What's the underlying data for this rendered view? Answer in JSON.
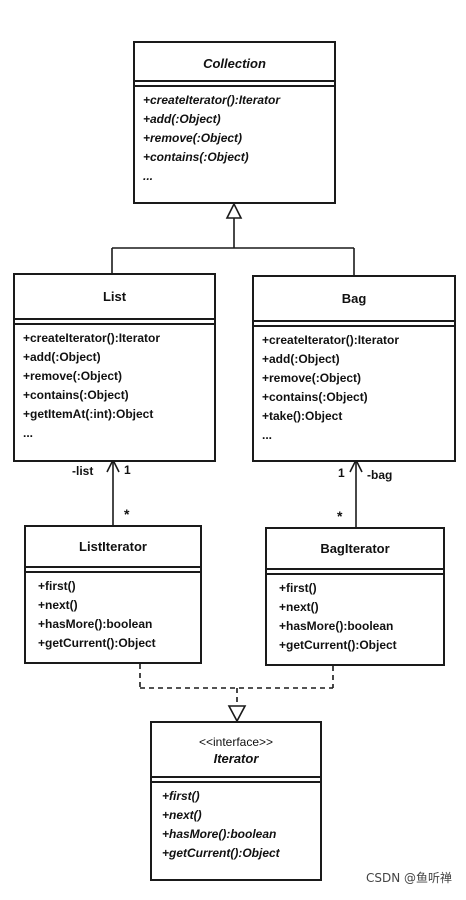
{
  "classes": {
    "collection": {
      "name": "Collection",
      "ops": [
        "+createIterator():Iterator",
        "+add(:Object)",
        "+remove(:Object)",
        "+contains(:Object)",
        "..."
      ]
    },
    "list": {
      "name": "List",
      "ops": [
        "+createIterator():Iterator",
        "+add(:Object)",
        "+remove(:Object)",
        "+contains(:Object)",
        "+getItemAt(:int):Object",
        "..."
      ]
    },
    "bag": {
      "name": "Bag",
      "ops": [
        "+createIterator():Iterator",
        "+add(:Object)",
        "+remove(:Object)",
        "+contains(:Object)",
        "+take():Object",
        "..."
      ]
    },
    "listiterator": {
      "name": "ListIterator",
      "ops": [
        "+first()",
        "+next()",
        "+hasMore():boolean",
        "+getCurrent():Object"
      ]
    },
    "bagiterator": {
      "name": "BagIterator",
      "ops": [
        "+first()",
        "+next()",
        "+hasMore():boolean",
        "+getCurrent():Object"
      ]
    },
    "iterator": {
      "stereotype": "<<interface>>",
      "name": "Iterator",
      "ops": [
        "+first()",
        "+next()",
        "+hasMore():boolean",
        "+getCurrent():Object"
      ]
    }
  },
  "associations": {
    "list_role": "-list",
    "list_mult": "1",
    "list_many": "*",
    "bag_role": "-bag",
    "bag_mult": "1",
    "bag_many": "*"
  },
  "watermark": "CSDN @鱼听禅"
}
